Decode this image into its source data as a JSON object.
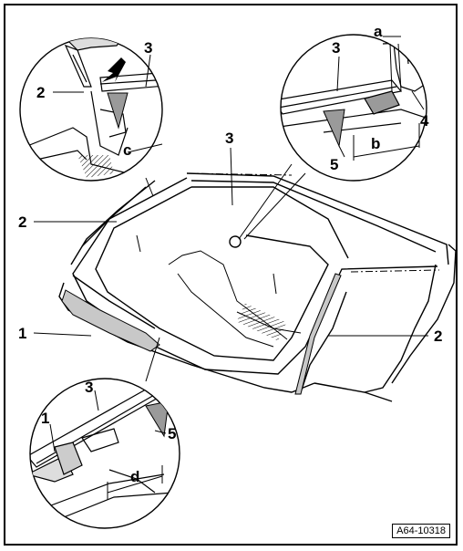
{
  "labels": {
    "one": "1",
    "two": "2",
    "three": "3",
    "four": "4",
    "five": "5",
    "a": "a",
    "b": "b",
    "c": "c",
    "d": "d"
  },
  "reference_code": "A64-10318"
}
